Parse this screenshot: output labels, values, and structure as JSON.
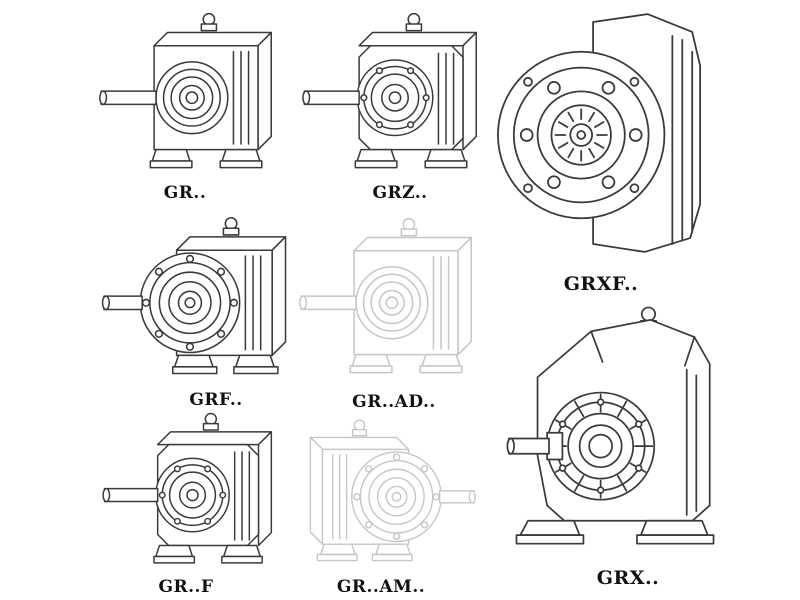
{
  "colors": {
    "line": "#3a3a3a",
    "ghost": "#c6c6c6",
    "background": "#ffffff",
    "label_text": "#111111"
  },
  "items": [
    {
      "id": "gr",
      "label": "GR.."
    },
    {
      "id": "grz",
      "label": "GRZ.."
    },
    {
      "id": "grxf",
      "label": "GRXF.."
    },
    {
      "id": "grf",
      "label": "GRF.."
    },
    {
      "id": "gr-ad",
      "label": "GR..AD.."
    },
    {
      "id": "gr-f",
      "label": "GR..F"
    },
    {
      "id": "gr-am",
      "label": "GR..AM.."
    },
    {
      "id": "grx",
      "label": "GRX.."
    }
  ]
}
